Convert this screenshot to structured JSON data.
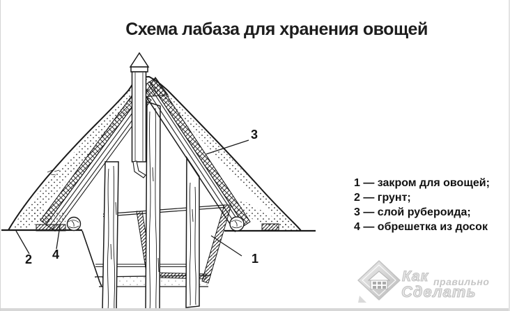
{
  "title": "Схема лабаза для хранения овощей",
  "legend": {
    "items": [
      {
        "text": "1 — закром для овощей;"
      },
      {
        "text": "2 — грунт;"
      },
      {
        "text": "3 — слой рубероида;"
      },
      {
        "text": "4 — обрешетка из досок"
      }
    ]
  },
  "diagram": {
    "callouts": {
      "bin": "1",
      "ground": "2",
      "ruberoid": "3",
      "lathing": "4"
    }
  },
  "watermark": {
    "word_top": "Как",
    "word_mid": "правильно",
    "word_bottom": "Сделать"
  },
  "colors": {
    "ink": "#1a1a1a",
    "watermark_gray": "#c6c6c6",
    "edge_gray": "#d7d7d7"
  }
}
